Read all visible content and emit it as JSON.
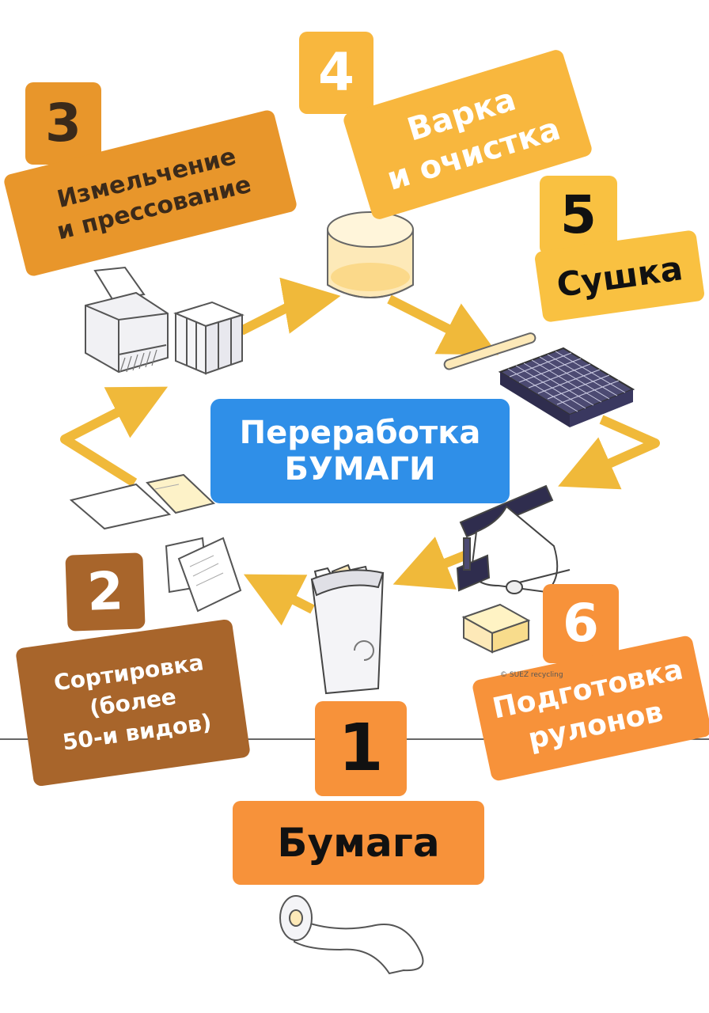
{
  "center": {
    "line1": "Переработка",
    "line2": "БУМАГИ"
  },
  "steps": [
    {
      "number": "1",
      "text": "Бумага"
    },
    {
      "number": "2",
      "text": "Сортировка\n(более\n50-и видов)"
    },
    {
      "number": "3",
      "text": "Измельчение\nи прессование"
    },
    {
      "number": "4",
      "text": "Варка\nи очистка"
    },
    {
      "number": "5",
      "text": "Сушка"
    },
    {
      "number": "6",
      "text": "Подготовка\nрулонов"
    }
  ],
  "credit": "© SUEZ recycling",
  "colors": {
    "step1": "#f7923a",
    "step2": "#a8652b",
    "step3": "#e8962b",
    "step4": "#f8b73e",
    "step5": "#f9c141",
    "step6": "#f7923a",
    "arrow": "#f0b93a",
    "center": "#2f8fe8"
  },
  "icons": [
    "shredder-icon",
    "bale-icon",
    "pulper-tank-icon",
    "drying-felt-icon",
    "paper-roll-machine-icon",
    "recycle-bin-icon",
    "sorted-paper-icon",
    "envelope-icon",
    "toilet-roll-icon"
  ]
}
